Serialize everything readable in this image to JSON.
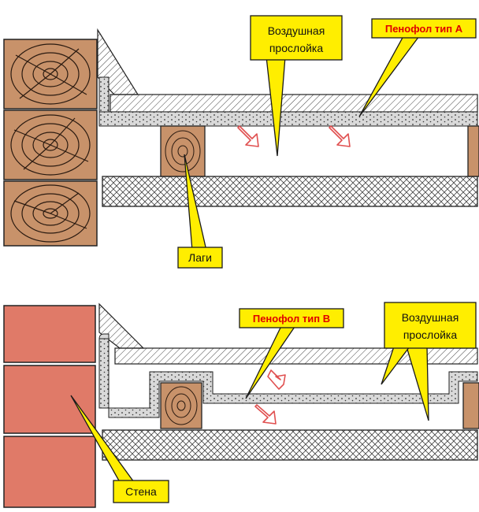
{
  "diagrams": [
    {
      "callouts": {
        "air_gap": {
          "line1": "Воздушная",
          "line2": "прослойка"
        },
        "foil": "Пенофол тип А",
        "joists": "Лаги"
      }
    },
    {
      "callouts": {
        "foil": "Пенофол тип В",
        "air_gap": {
          "line1": "Воздушная",
          "line2": "прослойка"
        },
        "wall": "Стена"
      }
    }
  ],
  "colors": {
    "callout_fill": "#ffee00",
    "callout_stroke": "#1a1a1a",
    "wood": "#c8926a",
    "brick": "#e07a68",
    "foil": "#d9d9d9",
    "arrow": "#e05050",
    "foil_label": "#e00000"
  }
}
